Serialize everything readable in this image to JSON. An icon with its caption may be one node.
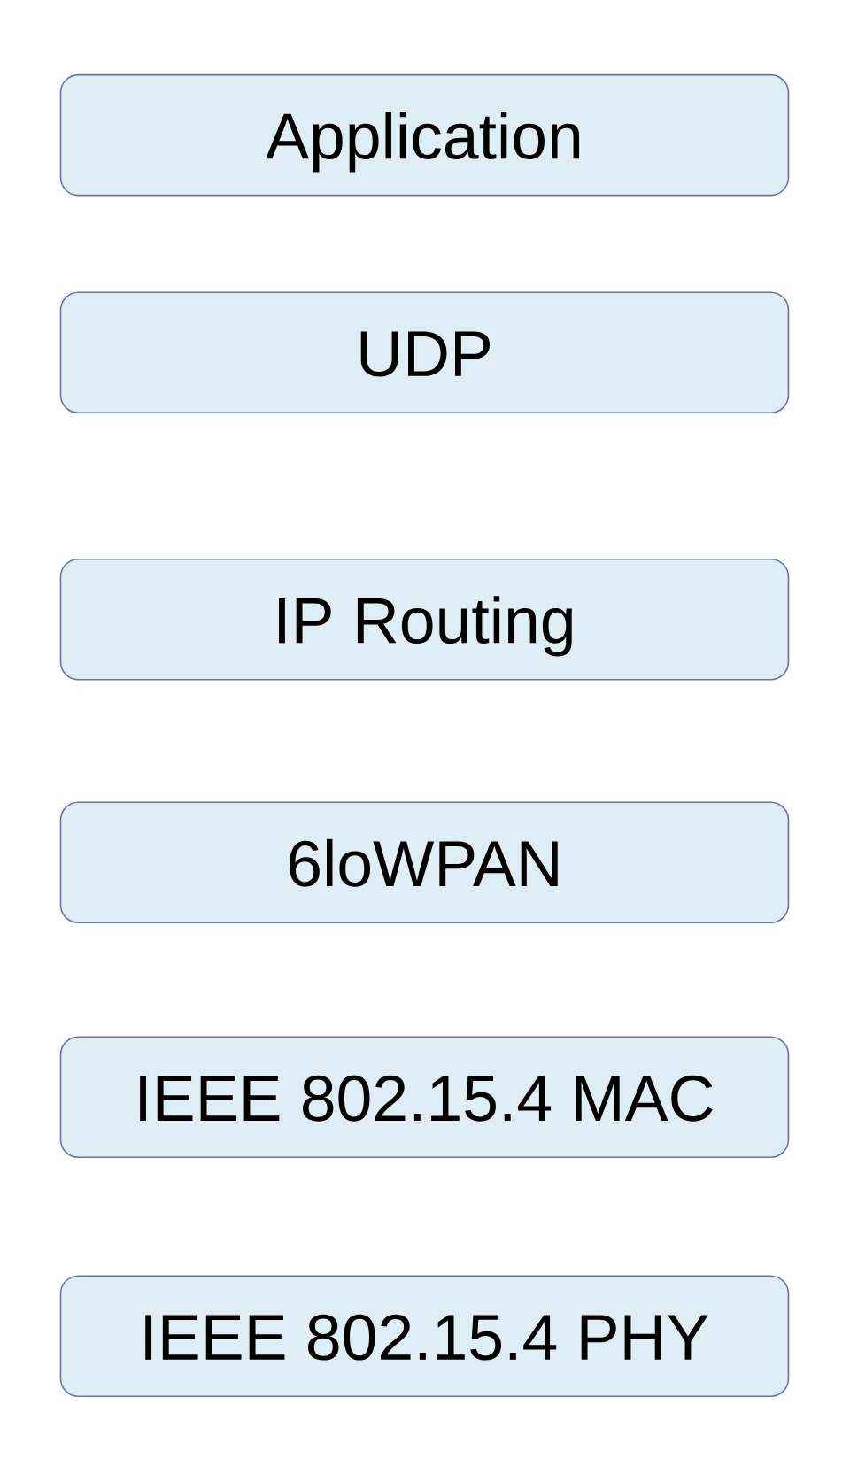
{
  "diagram": {
    "nodes": [
      {
        "text": [
          "Application"
        ]
      },
      {
        "text": [
          "UDP"
        ]
      },
      {
        "text": [
          "IP Routing"
        ]
      },
      {
        "text": [
          "6loWPAN"
        ]
      },
      {
        "text": [
          "IEEE 802.15.4 MAC"
        ]
      },
      {
        "text": [
          "IEEE 802.15.4 PHY"
        ]
      }
    ]
  }
}
